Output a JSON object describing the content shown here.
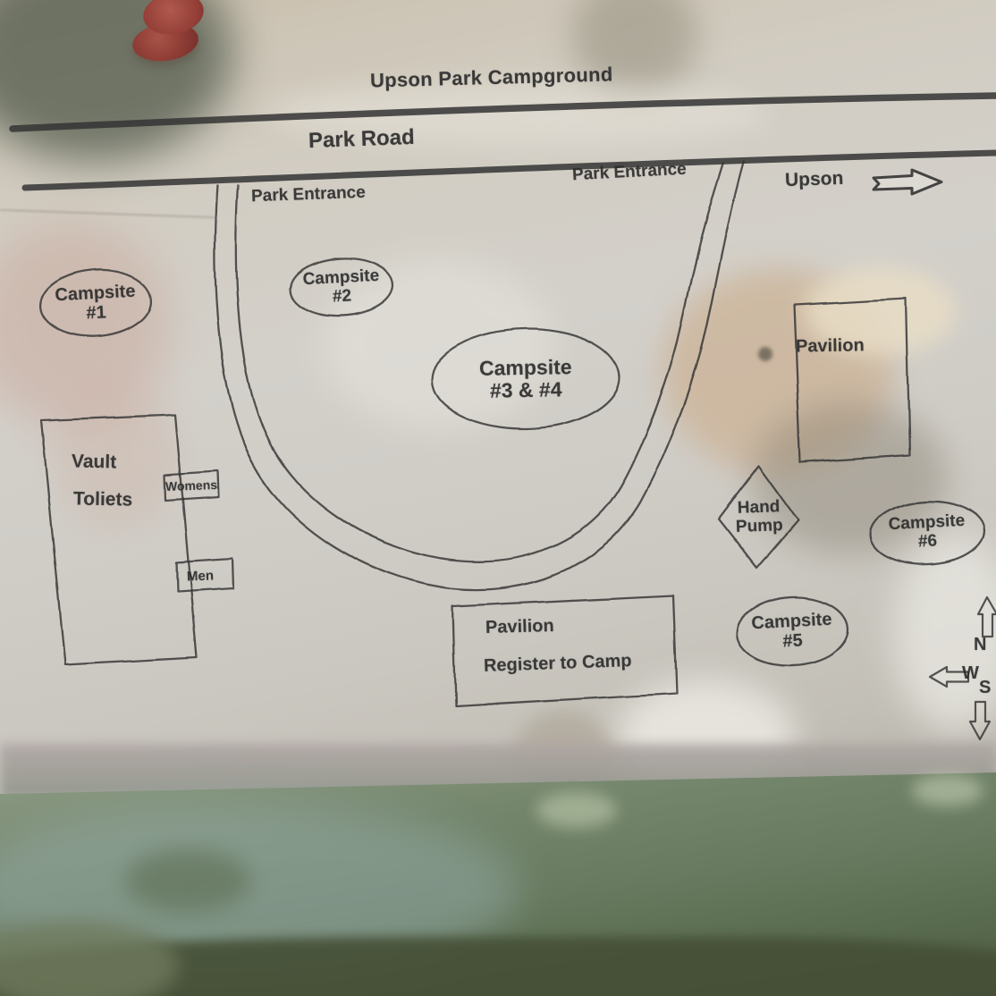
{
  "colors": {
    "ink": "#343434",
    "paper": "#d0ccc4",
    "grass": "#5d6f52",
    "pin": "#8f4038"
  },
  "map": {
    "title": "Upson Park Campground",
    "road": {
      "name": "Park Road"
    },
    "entrances": {
      "left": "Park Entrance",
      "right": "Park Entrance"
    },
    "direction_sign": {
      "label": "Upson"
    },
    "campsites": [
      {
        "label": "Campsite",
        "number": "#1"
      },
      {
        "label": "Campsite",
        "number": "#2"
      },
      {
        "label": "Campsite",
        "number": "#3 & #4"
      },
      {
        "label": "Campsite",
        "number": "#5"
      },
      {
        "label": "Campsite",
        "number": "#6"
      }
    ],
    "facilities": {
      "pavilion": "Pavilion",
      "vault_toilets_line1": "Vault",
      "vault_toilets_line2": "Toliets",
      "womens": "Womens",
      "men": "Men",
      "hand_pump_line1": "Hand",
      "hand_pump_line2": "Pump",
      "register_line1": "Pavilion",
      "register_line2": "Register to Camp"
    },
    "compass": {
      "north": "N",
      "west": "W",
      "south": "S"
    }
  }
}
